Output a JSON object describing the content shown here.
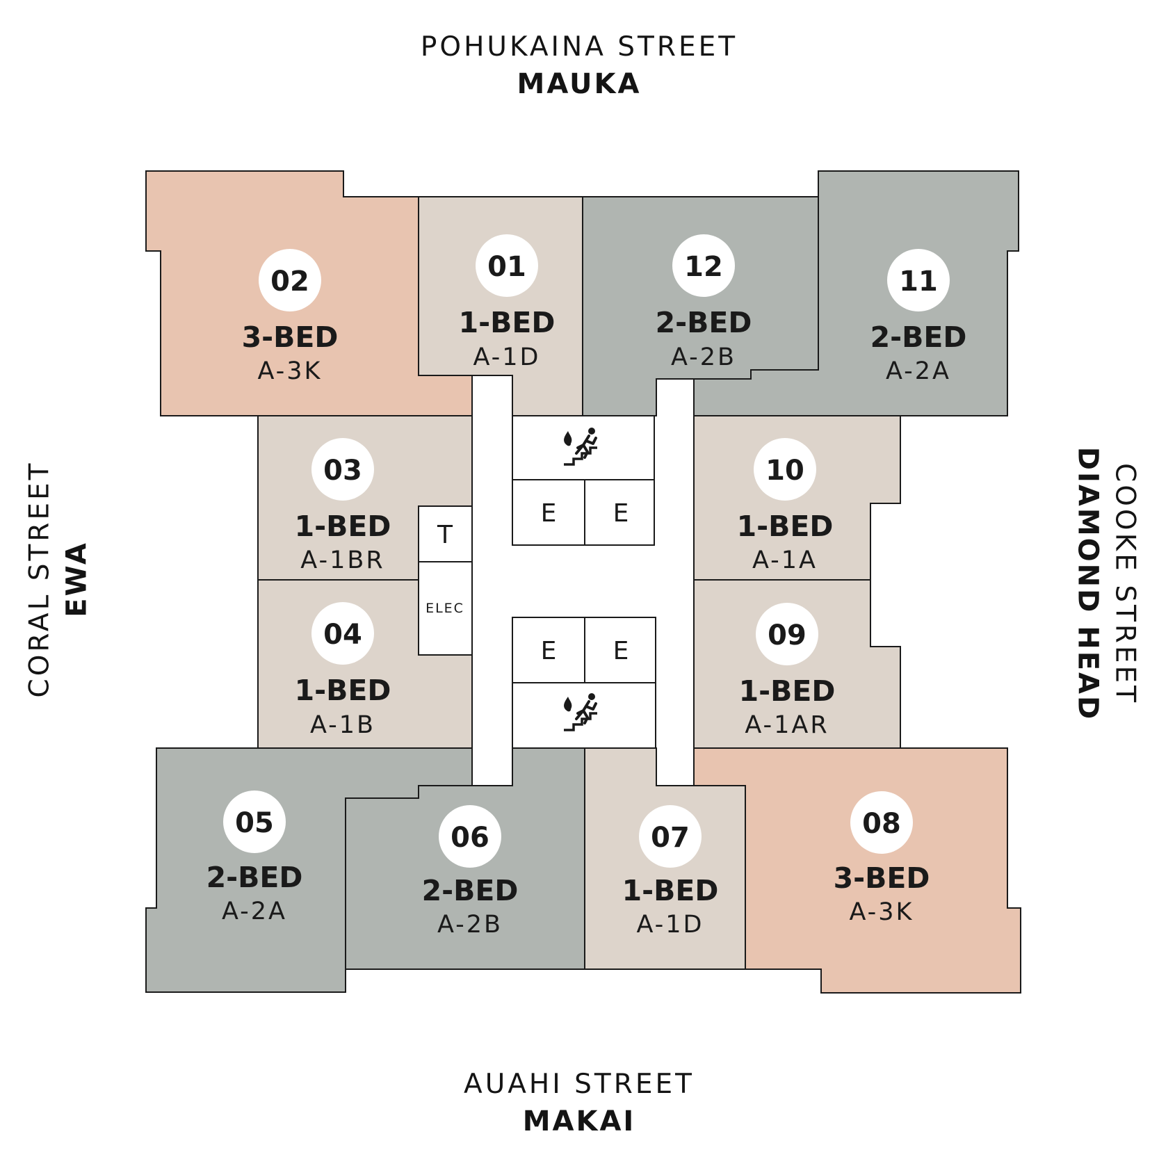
{
  "streets": {
    "top": {
      "name": "POHUKAINA STREET",
      "direction": "MAUKA"
    },
    "bottom": {
      "name": "AUAHI STREET",
      "direction": "MAKAI"
    },
    "left": {
      "name": "CORAL STREET",
      "direction": "EWA"
    },
    "right": {
      "name": "COOKE STREET",
      "direction": "DIAMOND HEAD"
    }
  },
  "colors": {
    "three_bed": "#e8c4b0",
    "two_bed": "#b0b5b1",
    "one_bed": "#ddd4cb",
    "core": "#ffffff",
    "line": "#1a1a1a"
  },
  "units": [
    {
      "id": "01",
      "type": "1-BED",
      "plan": "A-1D"
    },
    {
      "id": "02",
      "type": "3-BED",
      "plan": "A-3K"
    },
    {
      "id": "03",
      "type": "1-BED",
      "plan": "A-1BR"
    },
    {
      "id": "04",
      "type": "1-BED",
      "plan": "A-1B"
    },
    {
      "id": "05",
      "type": "2-BED",
      "plan": "A-2A"
    },
    {
      "id": "06",
      "type": "2-BED",
      "plan": "A-2B"
    },
    {
      "id": "07",
      "type": "1-BED",
      "plan": "A-1D"
    },
    {
      "id": "08",
      "type": "3-BED",
      "plan": "A-3K"
    },
    {
      "id": "09",
      "type": "1-BED",
      "plan": "A-1AR"
    },
    {
      "id": "10",
      "type": "1-BED",
      "plan": "A-1A"
    },
    {
      "id": "11",
      "type": "2-BED",
      "plan": "A-2A"
    },
    {
      "id": "12",
      "type": "2-BED",
      "plan": "A-2B"
    }
  ],
  "core": {
    "trash": "T",
    "electrical": "ELEC",
    "elevator": "E",
    "stair_icon": "fire-exit-stair-icon"
  }
}
